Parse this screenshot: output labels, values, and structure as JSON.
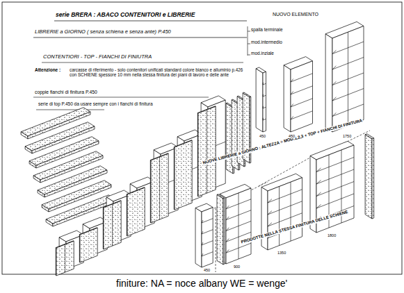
{
  "diagram": {
    "title": "serie BRERA :  ABACO CONTENITORI e LIBRERIE",
    "caption": "finiture:  NA = noce albany  WE = wenge'",
    "labels": [
      "NUOVO ELEMENTO",
      "LIBRERIE a GIORNO ( senza schiena e senza ante) P.450",
      "spalla terminale",
      "mod.intermedio",
      "mod.inziale",
      "CONTENTIORI - TOP - FIANCHI DI FINIUTRA",
      "Attenzione :",
      "carcasse di riferimento - solo contenitori unificati standard colore bianco e alluminio p.426 con SCHIENE spessore 10 mm nella stessa finitura dei piani di lavoro e delle ante",
      "coppie fianchi di finitura P.450",
      "serie di top P.450 da usare sempre con i fianchi di finitura",
      "NUOVE LIBRERIE a GIORNO : ALTEZZA = MOD.1,2,3 + TOP + FIANCHI DI FINITURA",
      "PRODOTTE NELLA STESSA FINITURA DELLE SCHIENE",
      "1750",
      "450",
      "450",
      "450",
      "900",
      "1350",
      "1800"
    ]
  }
}
